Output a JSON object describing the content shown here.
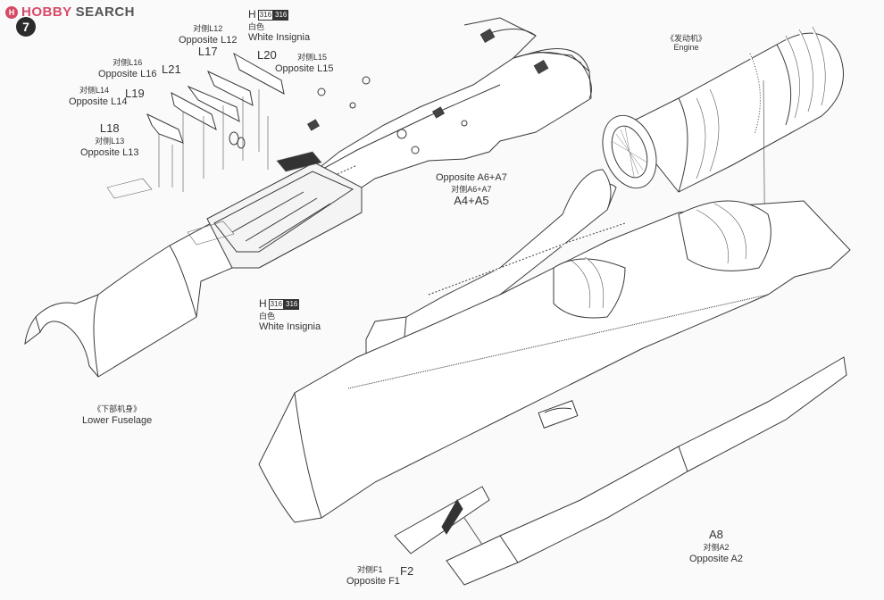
{
  "watermark": {
    "brand": "HOBBY",
    "sub": "SEARCH",
    "mark": "H"
  },
  "step": "7",
  "labels": {
    "insignia_top": {
      "part": "H",
      "chip_a": "316",
      "chip_b": "316",
      "cn": "白色",
      "en": "White Insignia"
    },
    "insignia_mid": {
      "part": "H",
      "chip_a": "316",
      "chip_b": "316",
      "cn": "白色",
      "en": "White Insignia"
    },
    "l12": {
      "cn": "对侧L12",
      "en": "Opposite L12",
      "part": "L17"
    },
    "l16": {
      "cn": "对侧L16",
      "en": "Opposite L16"
    },
    "l21": {
      "part": "L21"
    },
    "l14": {
      "cn": "对侧L14",
      "en": "Opposite L14"
    },
    "l19": {
      "part": "L19"
    },
    "l20": {
      "part": "L20"
    },
    "l15": {
      "cn": "对侧L15",
      "en": "Opposite L15"
    },
    "l18": {
      "part": "L18",
      "cn": "对侧L13",
      "en": "Opposite L13"
    },
    "engine": {
      "cn": "《发动机》",
      "en": "Engine"
    },
    "a4a5": {
      "en": "Opposite A6+A7",
      "cn": "对侧A6+A7",
      "part": "A4+A5"
    },
    "lower_fuselage": {
      "cn": "《下部机身》",
      "en": "Lower Fuselage"
    },
    "a8": {
      "part": "A8",
      "cn": "对侧A2",
      "en": "Opposite A2"
    },
    "f2": {
      "cn": "对侧F1",
      "en": "Opposite F1",
      "part": "F2"
    }
  },
  "colors": {
    "line": "#3a3a3a",
    "fill": "#ffffff",
    "dark": "#333333",
    "accent": "#d74a66"
  }
}
